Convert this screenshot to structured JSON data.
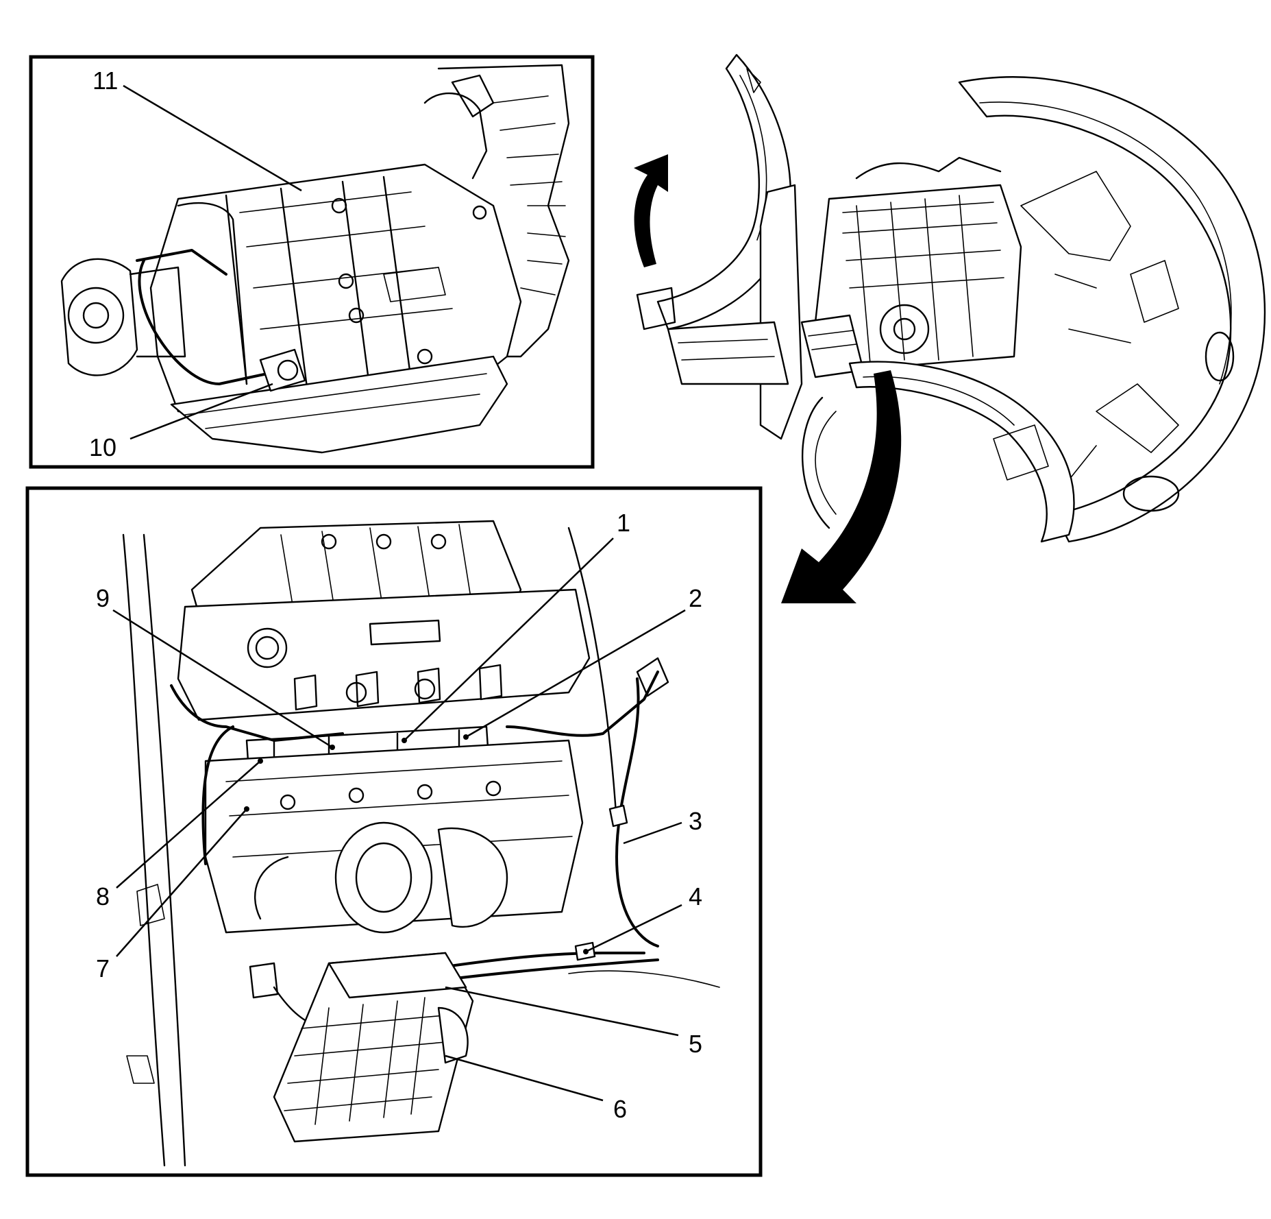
{
  "figure": {
    "callouts": [
      {
        "id": "1",
        "text": "1"
      },
      {
        "id": "2",
        "text": "2"
      },
      {
        "id": "3",
        "text": "3"
      },
      {
        "id": "4",
        "text": "4"
      },
      {
        "id": "5",
        "text": "5"
      },
      {
        "id": "6",
        "text": "6"
      },
      {
        "id": "7",
        "text": "7"
      },
      {
        "id": "8",
        "text": "8"
      },
      {
        "id": "9",
        "text": "9"
      },
      {
        "id": "10",
        "text": "10"
      },
      {
        "id": "11",
        "text": "11"
      }
    ],
    "panels": {
      "transmission_detail": {
        "icon": "transmission-icon"
      },
      "engine_detail": {
        "icon": "engine-icon"
      },
      "vehicle_overview": {
        "icon": "vehicle-front-structure-icon"
      }
    },
    "arrows": [
      {
        "icon": "curved-arrow-up-left-icon"
      },
      {
        "icon": "curved-arrow-down-left-icon"
      }
    ],
    "colors": {
      "line": "#000000",
      "background": "#ffffff"
    }
  }
}
